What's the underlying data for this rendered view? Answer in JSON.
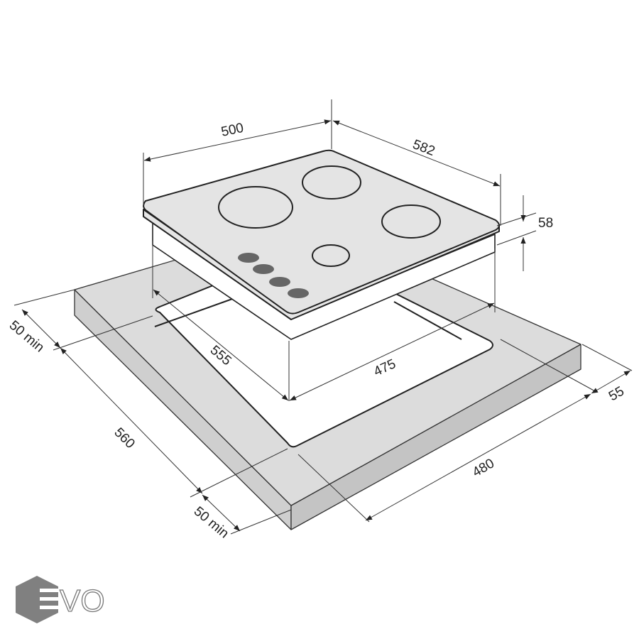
{
  "dimensions": {
    "width_top": "500",
    "depth_top": "582",
    "height": "58",
    "cutout_depth": "555",
    "cutout_width": "475",
    "front_margin": "50 min",
    "counter_depth": "560",
    "back_margin": "50 min",
    "counter_width": "480",
    "side_margin": "55"
  },
  "logo": {
    "text": "EVO"
  },
  "colors": {
    "countertop": "#d9d9d9",
    "hob": "#e4e4e4",
    "knob": "#666666",
    "line": "#222222"
  }
}
